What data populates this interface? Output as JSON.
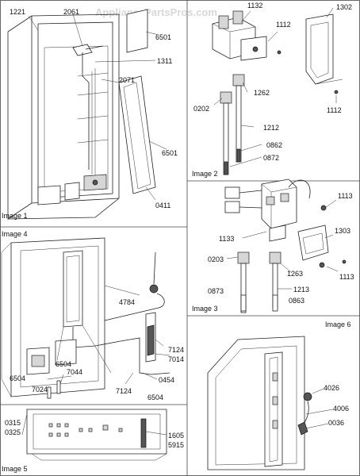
{
  "watermark": "AppliancePartsPros.com",
  "panels": {
    "image1": {
      "title": "Image 1",
      "callouts": [
        "1221",
        "2061",
        "6501",
        "1311",
        "2071",
        "6501",
        "0411"
      ]
    },
    "image2": {
      "title": "Image 2",
      "callouts": [
        "1132",
        "1302",
        "1112",
        "1112",
        "1262",
        "0202",
        "1212",
        "0862",
        "0872"
      ]
    },
    "image3": {
      "title": "Image 3",
      "callouts": [
        "1113",
        "1133",
        "1303",
        "0203",
        "1263",
        "1113",
        "1213",
        "0873",
        "0863"
      ]
    },
    "image4": {
      "title": "Image 4",
      "callouts": [
        "4784",
        "7124",
        "7014",
        "6504",
        "6504",
        "7044",
        "7024",
        "0454",
        "7124",
        "6504"
      ]
    },
    "image5": {
      "title": "Image 5",
      "callouts": [
        "0315",
        "0325",
        "1605",
        "5915"
      ]
    },
    "image6": {
      "title": "Image 6",
      "callouts": [
        "4026",
        "4006",
        "0036"
      ]
    }
  }
}
